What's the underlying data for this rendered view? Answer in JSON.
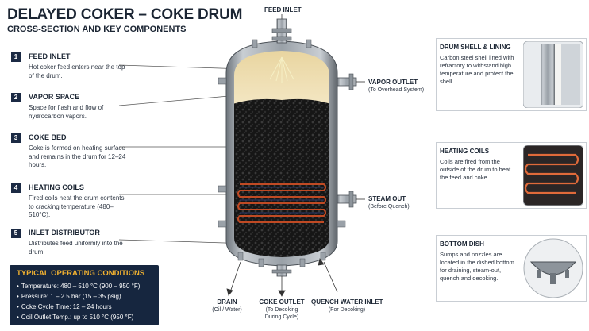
{
  "header": {
    "title": "DELAYED COKER – COKE DRUM",
    "subtitle": "CROSS-SECTION AND KEY COMPONENTS"
  },
  "components": [
    {
      "num": "1",
      "title": "FEED INLET",
      "desc": "Hot coker feed enters near the top of the drum."
    },
    {
      "num": "2",
      "title": "VAPOR SPACE",
      "desc": "Space for flash and flow of hydrocarbon vapors."
    },
    {
      "num": "3",
      "title": "COKE BED",
      "desc": "Coke is formed on heating surface and remains in the drum for 12–24 hours."
    },
    {
      "num": "4",
      "title": "HEATING COILS",
      "desc": "Fired coils heat the drum contents to cracking temperature (480–510°C)."
    },
    {
      "num": "5",
      "title": "INLET DISTRIBUTOR",
      "desc": "Distributes feed uniformly into the drum."
    }
  ],
  "conditions": {
    "title": "TYPICAL OPERATING CONDITIONS",
    "items": [
      "Temperature: 480 – 510 °C (900 – 950 °F)",
      "Pressure:   1 – 2.5 bar (15 – 35 psig)",
      "Coke Cycle Time: 12 – 24 hours",
      "Coil Outlet Temp.: up to 510 °C (950 °F)"
    ]
  },
  "drum_labels": {
    "feed_inlet": "FEED INLET",
    "vapor_outlet": "VAPOR OUTLET",
    "vapor_outlet_sub": "(To Overhead System)",
    "steam_out": "STEAM OUT",
    "steam_out_sub": "(Before Quench)",
    "drain": "DRAIN",
    "drain_sub": "(Oil / Water)",
    "coke_outlet": "COKE OUTLET",
    "coke_outlet_sub1": "(To Decoking",
    "coke_outlet_sub2": "During Cycle)",
    "quench": "QUENCH WATER INLET",
    "quench_sub": "(For Decoking)"
  },
  "callouts": [
    {
      "title": "DRUM SHELL & LINING",
      "desc": "Carbon steel shell lined with refractory to withstand high temperature and protect the shell."
    },
    {
      "title": "HEATING COILS",
      "desc": "Coils are fired from the outside of the drum to heat the feed and coke."
    },
    {
      "title": "BOTTOM DISH",
      "desc": "Sumps and nozzles are located in the dished bottom for draining, steam-out, quench and decoking."
    }
  ],
  "colors": {
    "navy": "#16263f",
    "accent": "#f2b230",
    "vapor": "#eedcb0",
    "coke": "#1a1a1a",
    "coil": "#c04a24",
    "steel": "#9aa1a8"
  }
}
